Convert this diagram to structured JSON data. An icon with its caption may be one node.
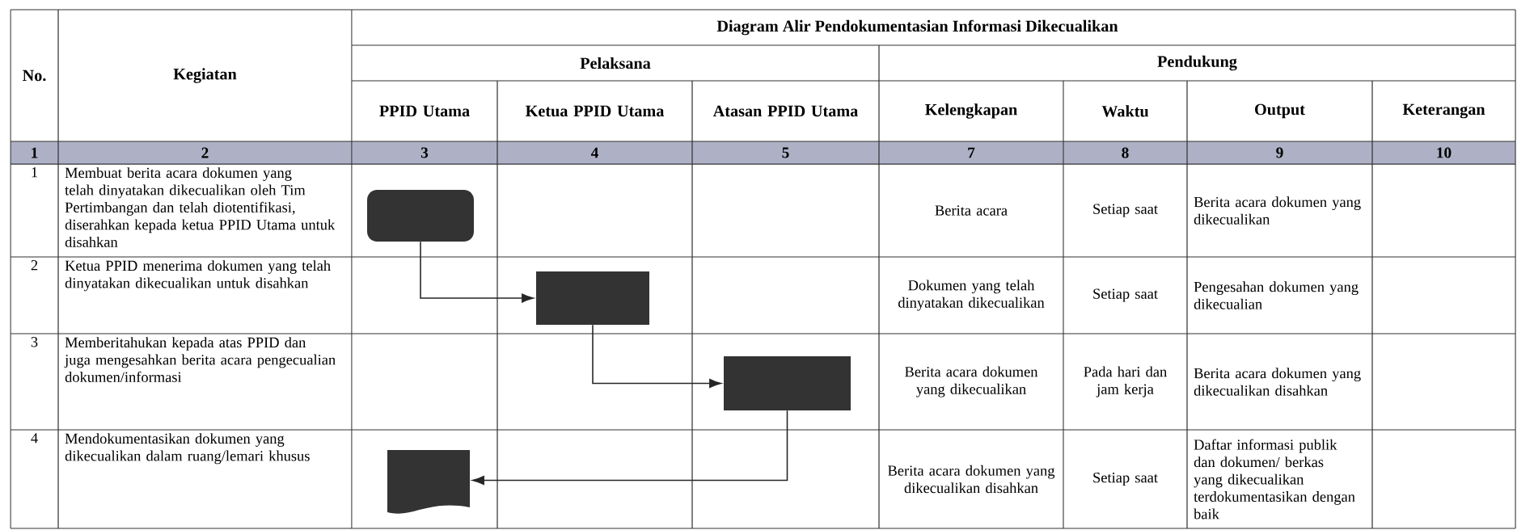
{
  "diagram": {
    "title": "Diagram Alir Pendokumentasian Informasi Dikecualikan",
    "nodes": [
      {
        "text": [],
        "shape": "rounded"
      },
      {
        "text": [],
        "shape": "box"
      },
      {
        "text": [],
        "shape": "box"
      },
      {
        "text": [],
        "shape": "document"
      }
    ],
    "edges": [
      {
        "from": 0,
        "to": 1,
        "arrow": "to"
      },
      {
        "from": 1,
        "to": 2,
        "arrow": "to"
      },
      {
        "from": 2,
        "to": 3,
        "arrow": "to"
      }
    ],
    "labels": [
      "No.",
      "Kegiatan",
      "Pelaksana",
      "Pendukung",
      "PPID Utama",
      "Ketua PPID Utama",
      "Atasan PPID Utama",
      "Kelengkapan",
      "Waktu",
      "Output",
      "Keterangan",
      "1",
      "2",
      "3",
      "4",
      "5",
      "7",
      "8",
      "9",
      "10",
      "1",
      "Membuat berita acara dokumen yang telah dinyatakan dikecualikan oleh Tim Pertimbangan dan telah diotentifikasi, diserahkan kepada ketua PPID Utama untuk disahkan",
      "Berita acara",
      "Setiap saat",
      "Berita acara dokumen yang dikecualikan",
      "2",
      "Ketua PPID menerima dokumen yang telah dinyatakan dikecualikan untuk disahkan",
      "Dokumen yang telah dinyatakan dikecualikan",
      "Setiap saat",
      "Pengesahan dokumen yang dikecualian",
      "3",
      "Memberitahukan kepada atas PPID dan juga mengesahkan berita acara pengecualian dokumen/informasi",
      "Berita acara dokumen yang dikecualikan",
      "Pada hari dan jam kerja",
      "Berita acara dokumen yang dikecualikan disahkan",
      "4",
      "Mendokumentasikan dokumen yang dikecualikan dalam ruang/lemari khusus",
      "Berita acara dokumen yang dikecualikan disahkan",
      "Setiap saat",
      "Daftar informasi publik dan dokumen/ berkas yang dikecualikan terdokumentasikan dengan baik"
    ]
  }
}
